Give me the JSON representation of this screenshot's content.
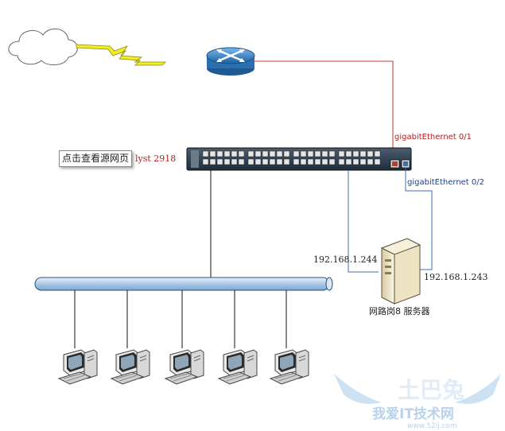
{
  "labels": {
    "switch_model": "lyst 2918",
    "gig_port_1": "gigabitEthernet 0/1",
    "gig_port_2": "gigabitEthernet 0/2",
    "ip_left": "192.168.1.244",
    "ip_right": "192.168.1.243",
    "server_caption": "网路岗8 服务器",
    "popup": "点击查看源网页"
  },
  "watermark": {
    "logo_text": "我爱IT技术网",
    "url": "www.52ij.com",
    "mark": "土巴兔"
  },
  "colors": {
    "uplink": "#c0392b",
    "server_link": "#3f6fa8",
    "port_label_1": "#b21e1e",
    "port_label_2": "#1c3f8c",
    "bus": "#b6d0ea",
    "watermark": "#bcd7ee"
  },
  "icons": [
    "cloud-icon",
    "lightning-icon",
    "router-icon",
    "switch-icon",
    "server-icon",
    "computer-icon"
  ]
}
